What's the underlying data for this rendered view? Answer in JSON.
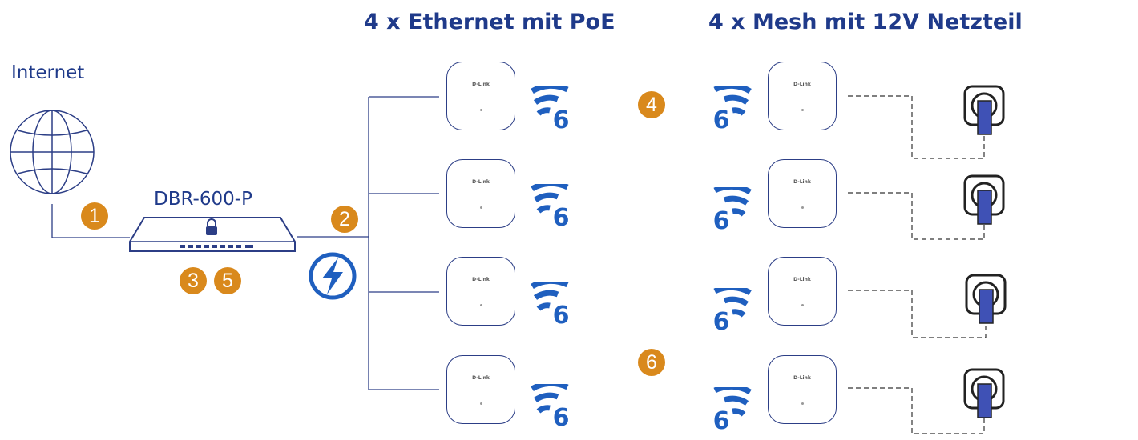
{
  "headings": {
    "ethernet": "4 x Ethernet mit PoE",
    "mesh": "4 x Mesh mit 12V Netzteil"
  },
  "labels": {
    "internet": "Internet",
    "router": "DBR-600-P"
  },
  "steps": [
    "1",
    "2",
    "3",
    "5",
    "4",
    "6"
  ],
  "access_points": {
    "ethernet_count": 4,
    "mesh_count": 4,
    "logo_text": "D-Link"
  },
  "colors": {
    "line": "#2c3e86",
    "heading": "#1f3a8a",
    "badge": "#d9891c",
    "wifi6": "#1f5fbf",
    "plug": "#3f51b5"
  },
  "icons": [
    "globe-icon",
    "router-icon",
    "lock-icon",
    "poe-lightning-icon",
    "wifi6-icon",
    "power-outlet-icon"
  ]
}
